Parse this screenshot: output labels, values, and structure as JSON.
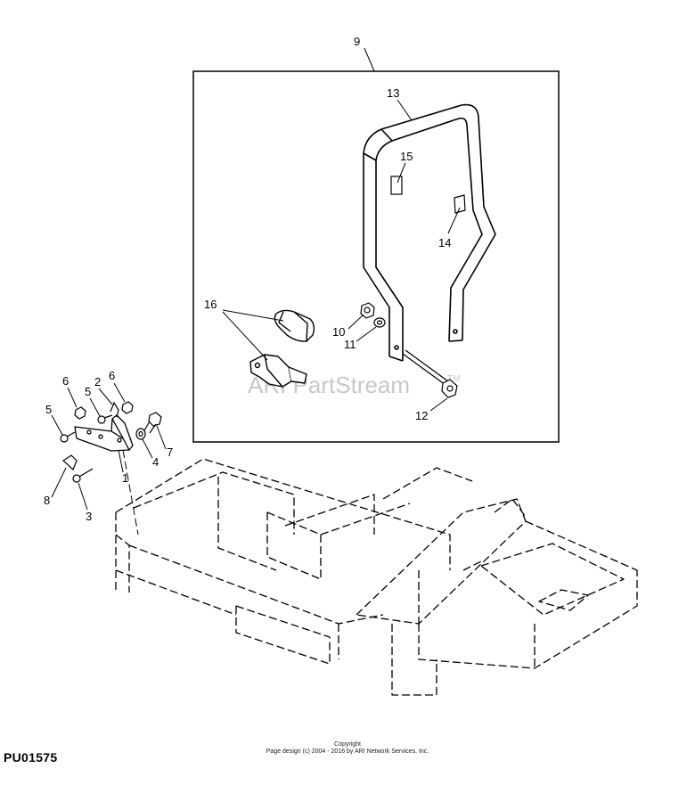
{
  "diagram": {
    "figure_id": "PU01575",
    "watermark": "ARI PartStream",
    "watermark_tm": "TM",
    "copyright_title": "Copyright",
    "copyright_line": "Page design (c) 2004 - 2016 by ARI Network Services, Inc.",
    "callouts": {
      "c1": "1",
      "c2": "2",
      "c3": "3",
      "c4": "4",
      "c5a": "5",
      "c5b": "5",
      "c6a": "6",
      "c6b": "6",
      "c7": "7",
      "c8": "8",
      "c9": "9",
      "c10": "10",
      "c11": "11",
      "c12": "12",
      "c13": "13",
      "c14": "14",
      "c15": "15",
      "c16": "16"
    }
  }
}
